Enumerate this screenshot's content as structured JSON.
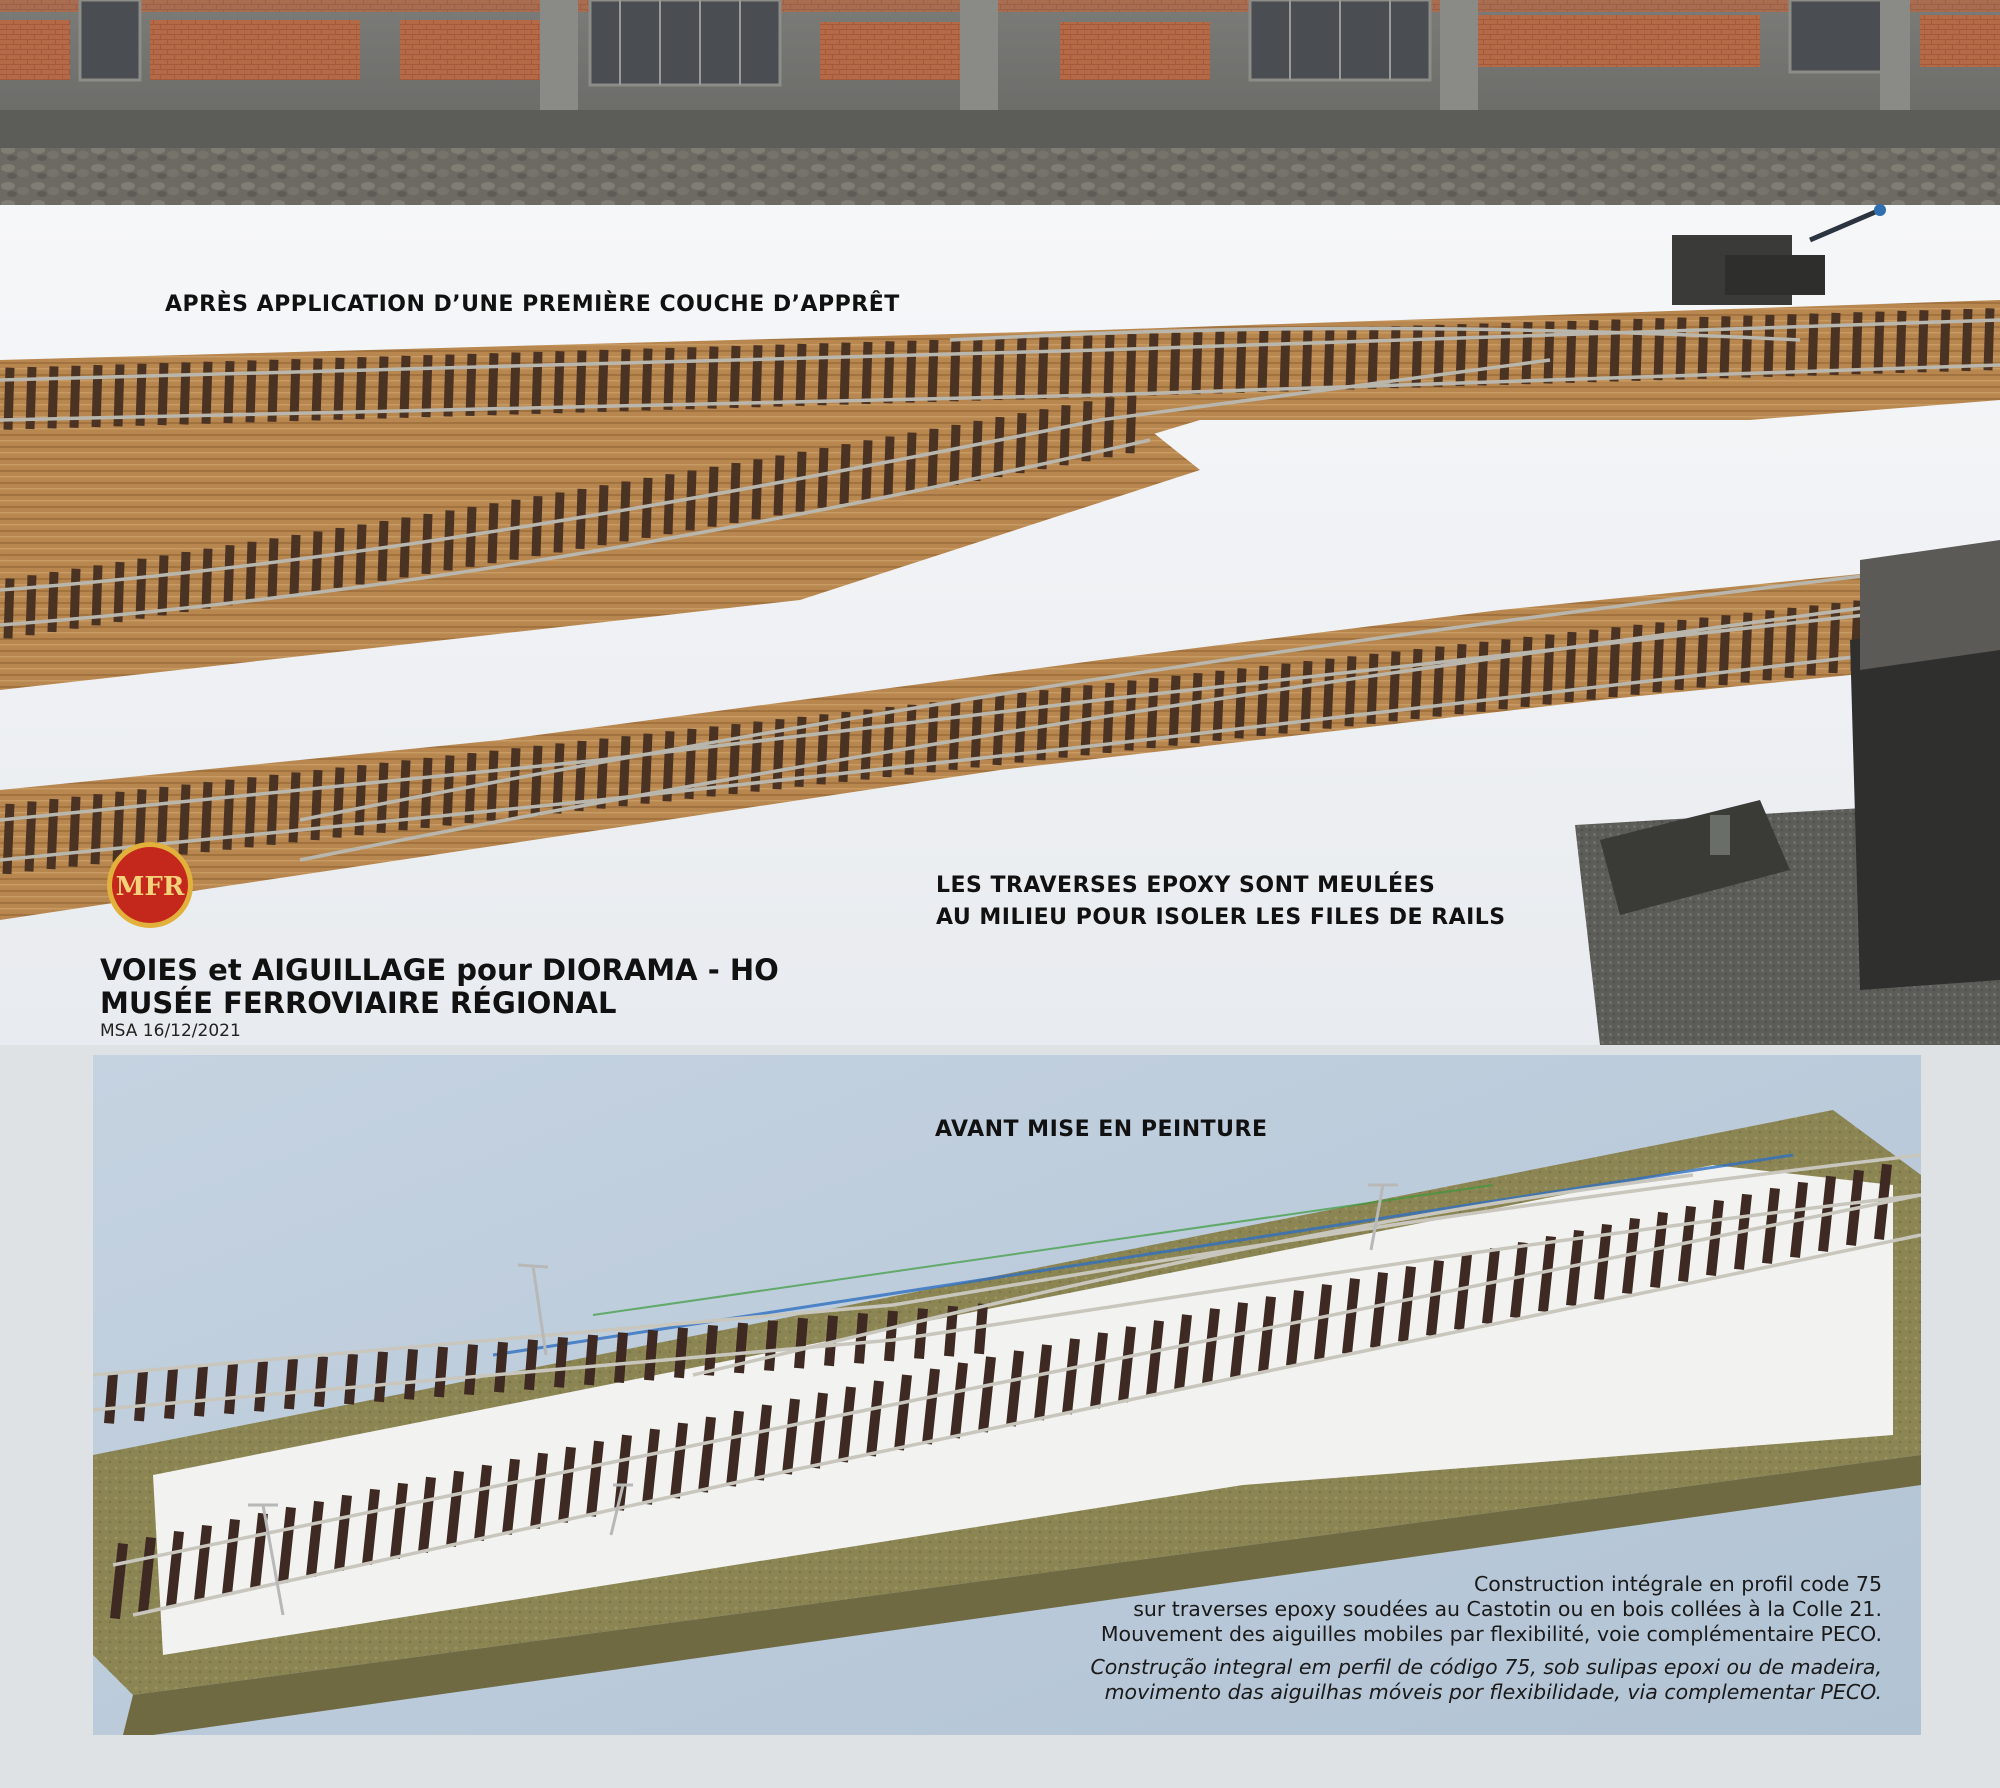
{
  "captions": {
    "primer": "APRÈS APPLICATION D’UNE PREMIÈRE COUCHE D’APPRÊT",
    "ground_line1": "LES TRAVERSES EPOXY SONT MEULÉES",
    "ground_line2": "AU MILIEU POUR ISOLER LES FILES DE RAILS",
    "before_paint": "AVANT MISE EN PEINTURE"
  },
  "logo": {
    "text": "MFR"
  },
  "title": {
    "line1": "VOIES et AIGUILLAGE pour DIORAMA - HO",
    "line2": "MUSÉE FERROVIAIRE RÉGIONAL",
    "date": "MSA 16/12/2021"
  },
  "description": {
    "fr": [
      "Construction intégrale en profil code 75",
      "sur traverses epoxy soudées au Castotin ou en bois collées à la Colle 21.",
      "Mouvement des aiguilles mobiles par flexibilité, voie complémentaire PECO."
    ],
    "pt": [
      "Construção integral em perfil de código 75, sob sulipas epoxi ou de madeira,",
      "movimento das aiguilhas móveis por flexibilidade, via complementar PECO."
    ]
  },
  "colors": {
    "page_background": "#dfe2e4",
    "snow_white": "#f3f5f7",
    "wall_grey": "#6f6f6c",
    "brick": "#a85e3e",
    "roadbed_wood": "#b78552",
    "sleeper_brown": "#4b3324",
    "rail_silver": "#b9b7ad",
    "board_blue": "#bccbd9",
    "cork_olive": "#8b8453",
    "logo_red": "#c4281c",
    "logo_gold": "#e2b13c"
  }
}
